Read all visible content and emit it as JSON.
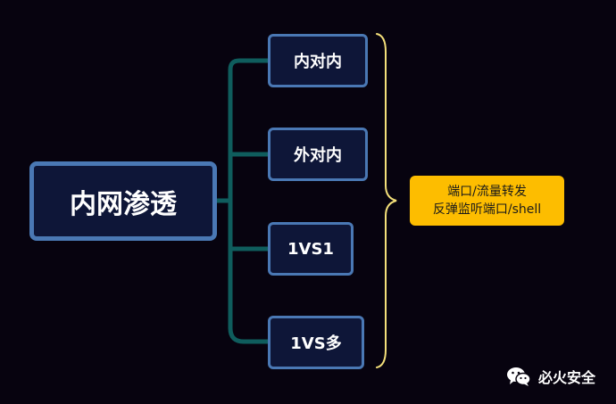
{
  "root": {
    "label": "内网渗透"
  },
  "children": [
    {
      "label": "内对内"
    },
    {
      "label": "外对内"
    },
    {
      "label": "1VS1"
    },
    {
      "label": "1VS多"
    }
  ],
  "summary": {
    "lines": [
      "端口/流量转发",
      "反弹监听端口/shell"
    ]
  },
  "watermark": {
    "text": "必火安全",
    "icon": "wechat-icon"
  },
  "colors": {
    "background": "#07030f",
    "node_fill": "#0e1638",
    "node_border": "#4a78b4",
    "connector": "#0f5d5d",
    "bracket": "#f4e07a",
    "summary_fill": "#fdbd00"
  }
}
